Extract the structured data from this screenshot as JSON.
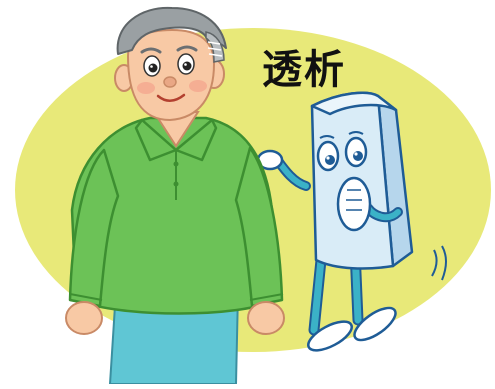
{
  "label": {
    "text": "透析"
  },
  "colors": {
    "background_ellipse": "#e8e979",
    "shirt": "#6cc257",
    "pants": "#5fc6d4",
    "skin": "#f8c9a5",
    "hair": "#9aa0a3",
    "machine_body": "#d9ecf7",
    "machine_outline": "#1f5c96",
    "machine_legs": "#3bb2c7"
  },
  "icons": {
    "patient": "elderly-man-illustration",
    "machine": "dialysis-machine-character-illustration"
  }
}
